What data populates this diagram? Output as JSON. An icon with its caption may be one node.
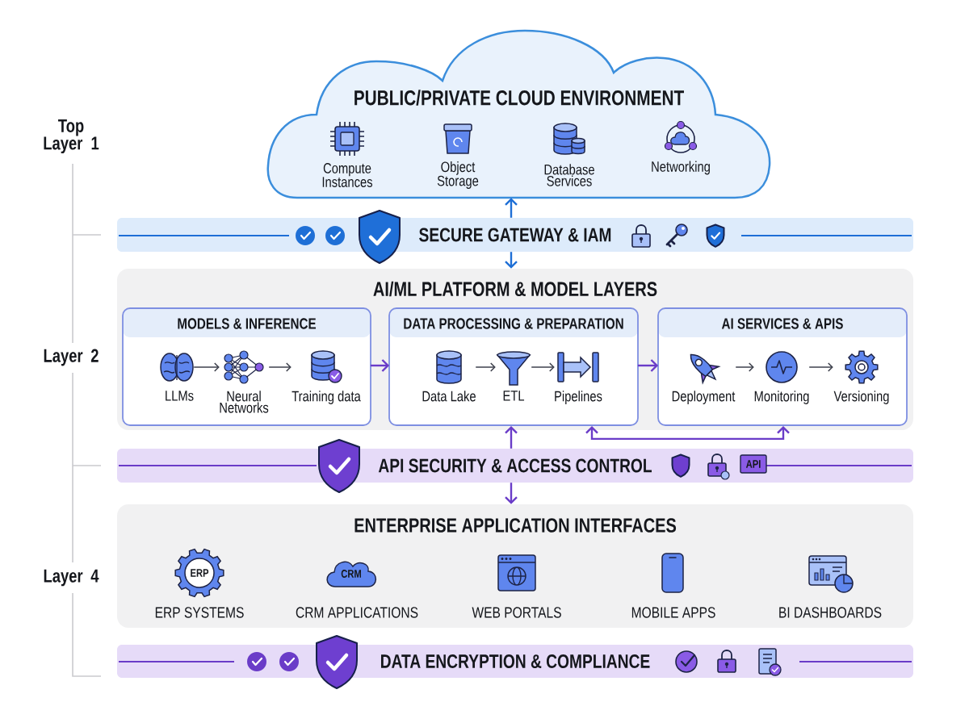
{
  "diagram": {
    "nodes": [
      {
        "text": [
          "PUBLIC/PRIVATE CLOUD ENVIRONMENT"
        ]
      },
      {
        "text": [
          "SECURE GATEWAY & IAM"
        ]
      },
      {
        "text": [
          "AI/ML PLATFORM & MODEL LAYERS"
        ]
      },
      {
        "text": [
          "MODELS & INFERENCE"
        ],
        "in": 2
      },
      {
        "text": [
          "LLMs"
        ],
        "in": 3
      },
      {
        "text": [
          "Neural Networks"
        ],
        "in": 3
      },
      {
        "text": [
          "Training data"
        ],
        "in": 3
      },
      {
        "text": [
          "DATA PROCESSING & PREPARATION"
        ],
        "in": 2
      },
      {
        "text": [
          "Data Lake"
        ],
        "in": 7
      },
      {
        "text": [
          "ETL"
        ],
        "in": 7
      },
      {
        "text": [
          "Pipelines"
        ],
        "in": 7
      },
      {
        "text": [
          "AI SERVICES & APIS"
        ],
        "in": 2
      },
      {
        "text": [
          "Deployment"
        ],
        "in": 11
      },
      {
        "text": [
          "Monitoring"
        ],
        "in": 11
      },
      {
        "text": [
          "Versioning"
        ],
        "in": 11
      },
      {
        "text": [
          "API SECURITY & ACCESS CONTROL"
        ]
      },
      {
        "text": [
          "ENTERPRISE APPLICATION INTERFACES"
        ]
      },
      {
        "text": [
          "DATA ENCRYPTION & COMPLIANCE"
        ]
      }
    ],
    "edges": [
      {
        "from": 1,
        "to": 0,
        "arrow": "to",
        "color": "#1e6fd6"
      },
      {
        "from": 1,
        "to": 2,
        "arrow": "to",
        "color": "#1e6fd6"
      },
      {
        "from": 4,
        "to": 5,
        "arrow": "to"
      },
      {
        "from": 5,
        "to": 6,
        "arrow": "to"
      },
      {
        "from": 3,
        "to": 7,
        "arrow": "to",
        "color": "#6a3cc8"
      },
      {
        "from": 8,
        "to": 9,
        "arrow": "to"
      },
      {
        "from": 9,
        "to": 10,
        "arrow": "to"
      },
      {
        "from": 7,
        "to": 11,
        "arrow": "to",
        "color": "#6a3cc8"
      },
      {
        "from": 12,
        "to": 13,
        "arrow": "to"
      },
      {
        "from": 13,
        "to": 14,
        "arrow": "to"
      },
      {
        "from": 15,
        "to": 7,
        "arrow": "to",
        "color": "#6a3cc8"
      },
      {
        "from": 15,
        "to": 16,
        "arrow": "to",
        "color": "#6a3cc8"
      },
      {
        "from": 7,
        "to": 11,
        "arrow": "both",
        "color": "#6a3cc8"
      }
    ],
    "labels": [
      "Top Layer 1",
      "Compute Instances",
      "Object Storage",
      "Database Services",
      "Networking",
      "Layer 2",
      "API",
      "Layer 4",
      "ERP",
      "CRM",
      "ERP SYSTEMS",
      "CRM APPLICATIONS",
      "WEB PORTALS",
      "MOBILE APPS",
      "BI DASHBOARDS"
    ]
  }
}
